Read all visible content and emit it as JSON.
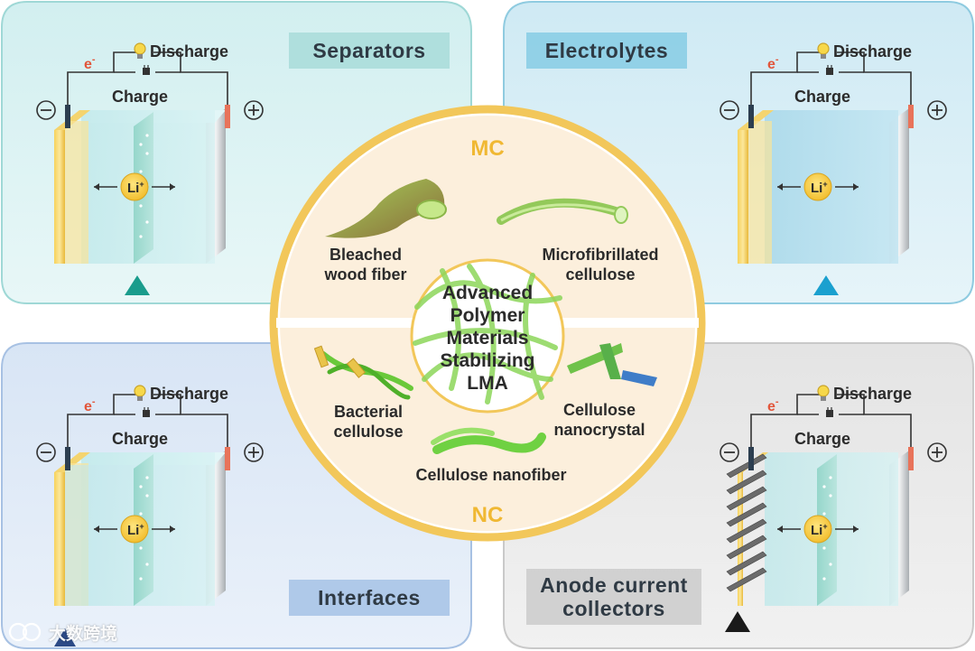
{
  "quadrants": {
    "separators": {
      "label": "Separators"
    },
    "electrolytes": {
      "label": "Electrolytes"
    },
    "interfaces": {
      "label": "Interfaces"
    },
    "anode": {
      "label_lines": [
        "Anode current",
        "collectors"
      ]
    }
  },
  "battery_text": {
    "electron": "e",
    "electron_sup": "-",
    "discharge": "Discharge",
    "charge": "Charge",
    "minus": "−",
    "plus": "+",
    "li": "Li",
    "li_sup": "+"
  },
  "center": {
    "mc_label": "MC",
    "nc_label": "NC",
    "title_lines": [
      "Advanced",
      "Polymer",
      "Materials",
      "Stabilizing",
      "LMA"
    ],
    "materials": {
      "bleached_wood_fiber": [
        "Bleached",
        "wood fiber"
      ],
      "microfibrillated_cellulose": [
        "Microfibrillated",
        "cellulose"
      ],
      "bacterial_cellulose": [
        "Bacterial",
        "cellulose"
      ],
      "cellulose_nanocrystal": [
        "Cellulose",
        "nanocrystal"
      ],
      "cellulose_nanofiber": [
        "Cellulose nanofiber"
      ]
    }
  },
  "watermark": {
    "text": "大数跨境"
  },
  "colors": {
    "separators_bg": "#d9f1f2",
    "electrolytes_bg": "#d4ecf5",
    "interfaces_bg": "#dde8f6",
    "anode_bg": "#e8e8e8",
    "separators_label_bg": "#a8dcd9",
    "electrolytes_label_bg": "#86cde4",
    "interfaces_label_bg": "#a9c4e7",
    "anode_label_bg": "#cfcfcf",
    "circle_ring": "#f2c75a",
    "circle_fill": "#fcefdc",
    "mc_nc_text": "#f0b833",
    "electron_text": "#e2553a",
    "teal_triangle": "#1a9c8c",
    "blue_triangle": "#1aa0cf",
    "navy_triangle": "#2c4a86",
    "black_triangle": "#1a1a1a",
    "fiber_green": "#7cc83a"
  }
}
